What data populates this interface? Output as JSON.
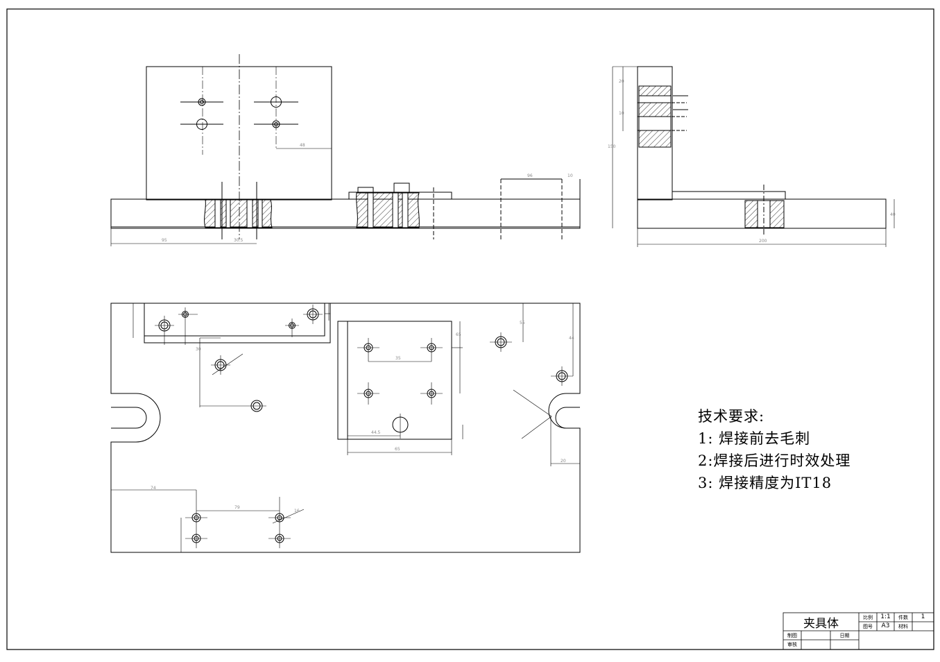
{
  "technical_requirements": {
    "heading": "技术要求:",
    "items": [
      "1: 焊接前去毛刺",
      "2:焊接后进行时效处理",
      "3: 焊接精度为IT18"
    ]
  },
  "title_block": {
    "part_name": "夹具体",
    "scale_label": "比例",
    "scale_value": "1:1",
    "quantity_label": "件数",
    "quantity_value": "1",
    "drawing_no_label": "图号",
    "drawing_no_value": "A3",
    "material_label": "材料",
    "material_value": "",
    "drawn_label": "制图",
    "date_label": "日期",
    "checked_label": "审核"
  },
  "dimensions": {
    "front_view": [
      "48",
      "95",
      "30.5",
      "96",
      "10"
    ],
    "side_view": [
      "150",
      "20",
      "10",
      "200",
      "40"
    ],
    "plan_view": [
      "65",
      "65",
      "44.5",
      "35",
      "30",
      "55",
      "44",
      "20",
      "74",
      "79",
      "16"
    ]
  },
  "colors": {
    "line": "#000000",
    "paper": "#ffffff"
  }
}
